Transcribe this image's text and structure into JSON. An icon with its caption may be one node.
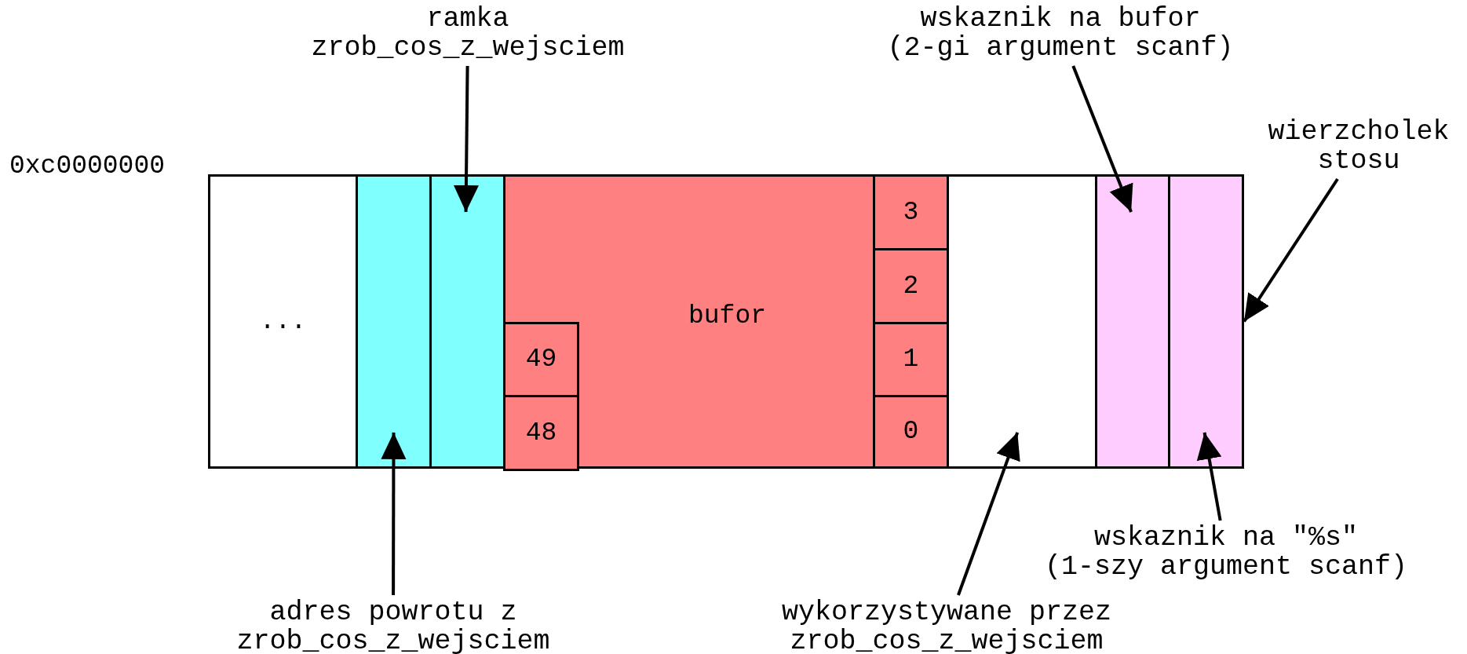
{
  "diagram": {
    "nodes": [
      {
        "text": [
          "..."
        ]
      },
      {
        "text": [],
        "shape": "box"
      },
      {
        "text": [],
        "shape": "box"
      },
      {
        "text": [
          "bufor"
        ]
      },
      {
        "text": [
          "49"
        ],
        "in": 3
      },
      {
        "text": [
          "48"
        ],
        "in": 3
      },
      {
        "text": [
          "3"
        ]
      },
      {
        "text": [
          "2"
        ]
      },
      {
        "text": [
          "1"
        ]
      },
      {
        "text": [
          "0"
        ]
      },
      {
        "text": [],
        "shape": "box"
      },
      {
        "text": [],
        "shape": "box"
      },
      {
        "text": [],
        "shape": "box"
      },
      {
        "text": [
          "ramka zrob_cos_z_wejsciem"
        ]
      },
      {
        "text": [
          "wskaznik na bufor (2-gi argument scanf)"
        ]
      },
      {
        "text": [
          "wierzcholek stosu"
        ]
      },
      {
        "text": [
          "adres powrotu z zrob_cos_z_wejsciem"
        ]
      },
      {
        "text": [
          "wykorzystywane przez zrob_cos_z_wejsciem"
        ]
      },
      {
        "text": [
          "wskaznik na \"%s\" (1-szy argument scanf)"
        ]
      }
    ],
    "edges": [
      {
        "from": 13,
        "to": 2,
        "arrow": "to"
      },
      {
        "from": 14,
        "to": 11,
        "arrow": "to"
      },
      {
        "from": 15,
        "to": 12,
        "arrow": "to"
      },
      {
        "from": 16,
        "to": 1,
        "arrow": "to"
      },
      {
        "from": 17,
        "to": 10,
        "arrow": "to"
      },
      {
        "from": 18,
        "to": 12,
        "arrow": "to"
      }
    ],
    "labels": [
      "0xc0000000"
    ]
  }
}
